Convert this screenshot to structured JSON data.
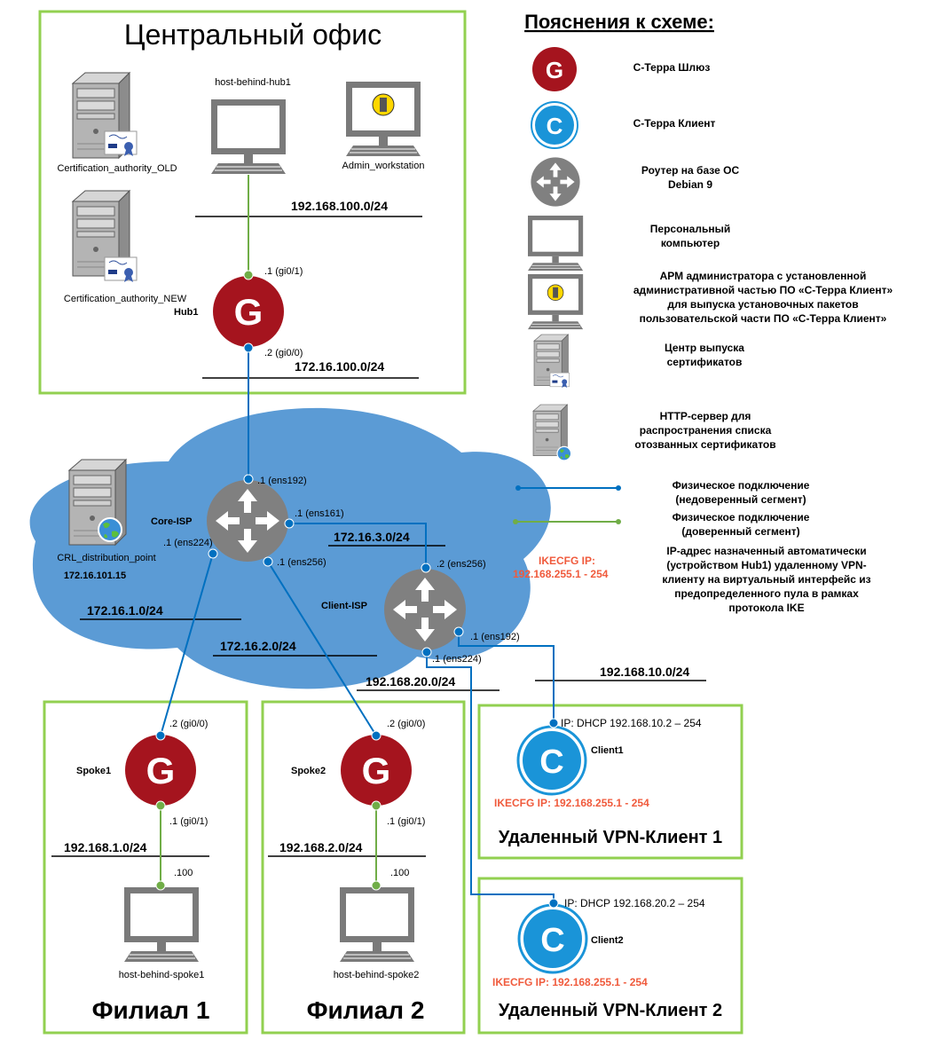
{
  "central": {
    "title": "Центральный офис",
    "ca_old": "Certification_authority_OLD",
    "ca_new": "Certification_authority_NEW",
    "host": "host-behind-hub1",
    "admin": "Admin_workstation",
    "lan": "192.168.100.0/24",
    "wan": "172.16.100.0/24",
    "hub": "Hub1",
    "hub_lan_if": ".1 (gi0/1)",
    "hub_wan_if": ".2 (gi0/0)"
  },
  "cloud": {
    "core": "Core-ISP",
    "core_if_192": ".1 (ens192)",
    "core_if_161": ".1 (ens161)",
    "core_if_224": ".1 (ens224)",
    "core_if_256": ".1 (ens256)",
    "client_isp": "Client-ISP",
    "cisp_if_256": ".2 (ens256)",
    "cisp_if_192": ".1 (ens192)",
    "cisp_if_224": ".1 (ens224)",
    "net_3": "172.16.3.0/24",
    "net_1": "172.16.1.0/24",
    "net_2": "172.16.2.0/24",
    "crl": "CRL_distribution_point",
    "crl_ip": "172.16.101.15",
    "ikecfg_line1": "IKECFG IP:",
    "ikecfg_line2": "192.168.255.1 - 254"
  },
  "branch1": {
    "title": "Филиал 1",
    "spoke": "Spoke1",
    "wan_if": ".2 (gi0/0)",
    "lan_if": ".1 (gi0/1)",
    "lan": "192.168.1.0/24",
    "host_ip": ".100",
    "host": "host-behind-spoke1"
  },
  "branch2": {
    "title": "Филиал 2",
    "spoke": "Spoke2",
    "wan_if": ".2 (gi0/0)",
    "lan_if": ".1 (gi0/1)",
    "lan": "192.168.2.0/24",
    "host_ip": ".100",
    "host": "host-behind-spoke2"
  },
  "client1": {
    "title": "Удаленный VPN-Клиент 1",
    "name": "Client1",
    "dhcp": "IP: DHCP 192.168.10.2 – 254",
    "ikecfg": "IKECFG IP: 192.168.255.1 - 254",
    "net": "192.168.10.0/24"
  },
  "client2": {
    "title": "Удаленный VPN-Клиент 2",
    "name": "Client2",
    "dhcp": "IP: DHCP 192.168.20.2 – 254",
    "ikecfg": "IKECFG IP: 192.168.255.1 - 254",
    "net": "192.168.20.0/24"
  },
  "legend": {
    "title": "Пояснения к схеме:",
    "gateway": "С-Терра Шлюз",
    "client": "С-Терра Клиент",
    "router_1": "Роутер на базе ОС",
    "router_2": "Debian 9",
    "pc_1": "Персональный",
    "pc_2": "компьютер",
    "arm_1": "АРМ администратора с установленной",
    "arm_2": "административной частью ПО «С-Терра Клиент»",
    "arm_3": "для выпуска установочных пакетов",
    "arm_4": "пользовательской части ПО «С-Терра Клиент»",
    "ca_1": "Центр выпуска",
    "ca_2": "сертификатов",
    "http_1": "HTTP-сервер для",
    "http_2": "распространения списка",
    "http_3": "отозванных сертификатов",
    "phys_untrusted_1": "Физическое подключение",
    "phys_untrusted_2": "(недоверенный сегмент)",
    "phys_trusted_1": "Физическое подключение",
    "phys_trusted_2": "(доверенный сегмент)",
    "ikecfg_1": "IP-адрес назначенный автоматически",
    "ikecfg_2": "(устройством Hub1) удаленному VPN-",
    "ikecfg_3": "клиенту на виртуальный интерфейс из",
    "ikecfg_4": "предопределенного пула в рамках",
    "ikecfg_5": "протокола IKE",
    "gateway_letter": "G",
    "client_letter": "C"
  },
  "colors": {
    "frame": "#92d050",
    "trusted_link": "#70ad47",
    "untrusted_link": "#0070c0",
    "gateway": "#a5141e",
    "client": "#1a94d8",
    "router": "#7f7f7f",
    "cloud": "#5b9bd5",
    "ikecfg": "#f05a3c"
  }
}
